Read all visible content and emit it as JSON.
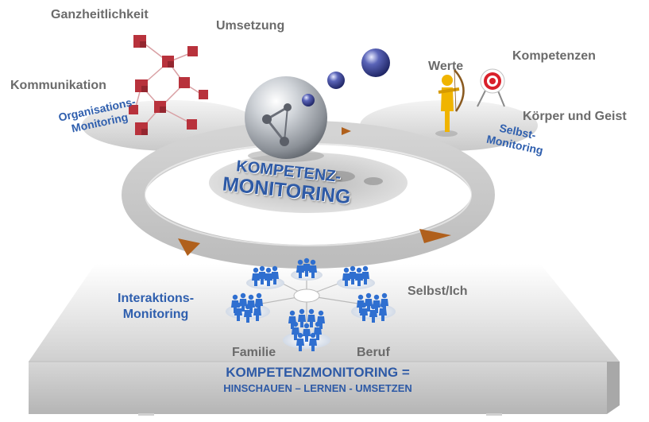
{
  "labels": {
    "ganzheitlichkeit": "Ganzheitlichkeit",
    "umsetzung": "Umsetzung",
    "kommunikation": "Kommunikation",
    "werte": "Werte",
    "kompetenzen": "Kompetenzen",
    "koerper_geist": "Körper und Geist",
    "organisations_1": "Organisations-",
    "organisations_2": "Monitoring",
    "selbst_1": "Selbst-",
    "selbst_2": "Monitoring",
    "interaktions_1": "Interaktions-",
    "interaktions_2": "Monitoring",
    "selbst_ich": "Selbst/Ich",
    "familie": "Familie",
    "beruf": "Beruf"
  },
  "center_title": {
    "line1": "KOMPETENZ-",
    "line2": "MONITORING"
  },
  "banner": {
    "line1": "KOMPETENZMONITORING =",
    "line2": "HINSCHAUEN – LERNEN - UMSETZEN"
  },
  "colors": {
    "accent_blue": "#2f5fae",
    "label_gray": "#6b6b6b",
    "arrow_brown": "#b0601c",
    "cube_red": "#b8323c",
    "people_blue": "#2f6fd0"
  },
  "icons": [
    "molecule-cubes-icon",
    "sphere-network-icon",
    "archer-icon",
    "target-icon",
    "people-group-icon"
  ]
}
